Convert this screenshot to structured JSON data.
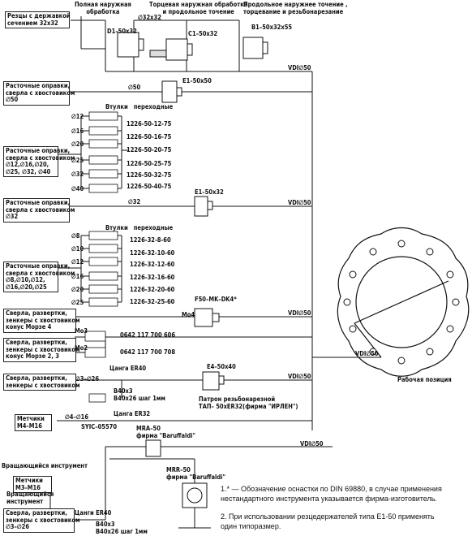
{
  "headers": {
    "full_outer": "Полная наружная\nобработка",
    "face_long": "Торцевая наружная обработка\nи продольное точение",
    "long_face_thread": "Продольное наружнее точение ,\nторцевание и резьбонарезание"
  },
  "boxes": {
    "cutters": "Резцы с державкой\nсечением 32х32",
    "boring50": "Расточные оправки,\nсверла с хвостовиком\n∅50",
    "boring_set1": "Расточные оправки,\nсверла с хвостовиком\n∅12,∅16,∅20,\n∅25, ∅32, ∅40",
    "boring32": "Расточные оправки,\nсверла с хвостовиком\n∅32",
    "boring_set2": "Расточные оправки,\nсверла с хвостовиком\n∅8,∅10,∅12,\n∅16,∅20,∅25",
    "morse4": "Сверла, развертки,\nзенкеры с хвостовиком\nконус Морзе 4",
    "morse23": "Сверла, развертки,\nзенкеры с хвостовиком\nконус Морзе 2, 3",
    "drills3_26": "Сверла, развертки,\nзенкеры с хвостовиком",
    "taps": "Метчики\nМ4–М16",
    "rotating_title": "Вращающийся инструмент",
    "taps2": "Метчики\nМ3–М16",
    "rotating_label": "Вращающийся\nинструмент",
    "drills_rot": "Сверла, развертки,\nзенкеры с хвостовиком\n∅3–∅26"
  },
  "codes": {
    "d1": "D1–50x32",
    "c1": "C1–50x32",
    "b1": "B1–50x32x55",
    "d32": "∅32x32",
    "e1a": "E1–50x50",
    "d50": "∅50",
    "bushings1": "Втулки   переходные",
    "e1b": "E1–50x32",
    "d32b": "∅32",
    "bushings2": "Втулки   переходные",
    "f50": "F50–MK–DK4*",
    "mo4": "Мо4",
    "mo3": "Мо3",
    "mo2": "Мо2",
    "p606": "0642 117 700 606",
    "p708": "0642 117 700 708",
    "collet40a": "Цанга ER40",
    "d3_26": "∅3–∅26",
    "b40x3": "В40х3",
    "b40x26": "В40х26 шаг 1мм",
    "e4": "E4–50x40",
    "tap_holder": "Патрон резьбонарезной\nТАП– 50хЕR32(фирма \"ИРЛЕН\")",
    "collet32": "Цанга ER32",
    "d4_16": "∅4–∅16",
    "syic": "SYIC–05570",
    "mra": "MRA–50\nфирма \"Baruffaldi\"",
    "mrr": "MRR–50\nфирма \"Baruffaldi\"",
    "collet40b": "Цанги ER40",
    "b40x3b": "В40х3",
    "b40x26b": "В40х26 шаг 1мм",
    "vdi": "VDI∅50",
    "work_pos": "Рабочая позиция"
  },
  "sizes1": [
    "∅12",
    "∅16",
    "∅20",
    "∅25",
    "∅32",
    "∅40"
  ],
  "parts1": [
    "1226-50-12-75",
    "1226-50-16-75",
    "1226-50-20-75",
    "1226-50-25-75",
    "1226-50-32-75",
    "1226-50-40-75"
  ],
  "sizes2": [
    "∅8",
    "∅10",
    "∅12",
    "∅16",
    "∅20",
    "∅25"
  ],
  "parts2": [
    "1226-32-8-60",
    "1226-32-10-60",
    "1226-32-12-60",
    "1226-32-16-60",
    "1226-32-20-60",
    "1226-32-25-60"
  ],
  "notes": {
    "n1": "1.* — Обозначение оснастки по DIN 69880, в случае применения\nнестандартного инструмента указывается фирма-изготовитель.",
    "n2": "2. При использовании резцедержателей типа E1-50 применять\nодин типоразмер."
  }
}
